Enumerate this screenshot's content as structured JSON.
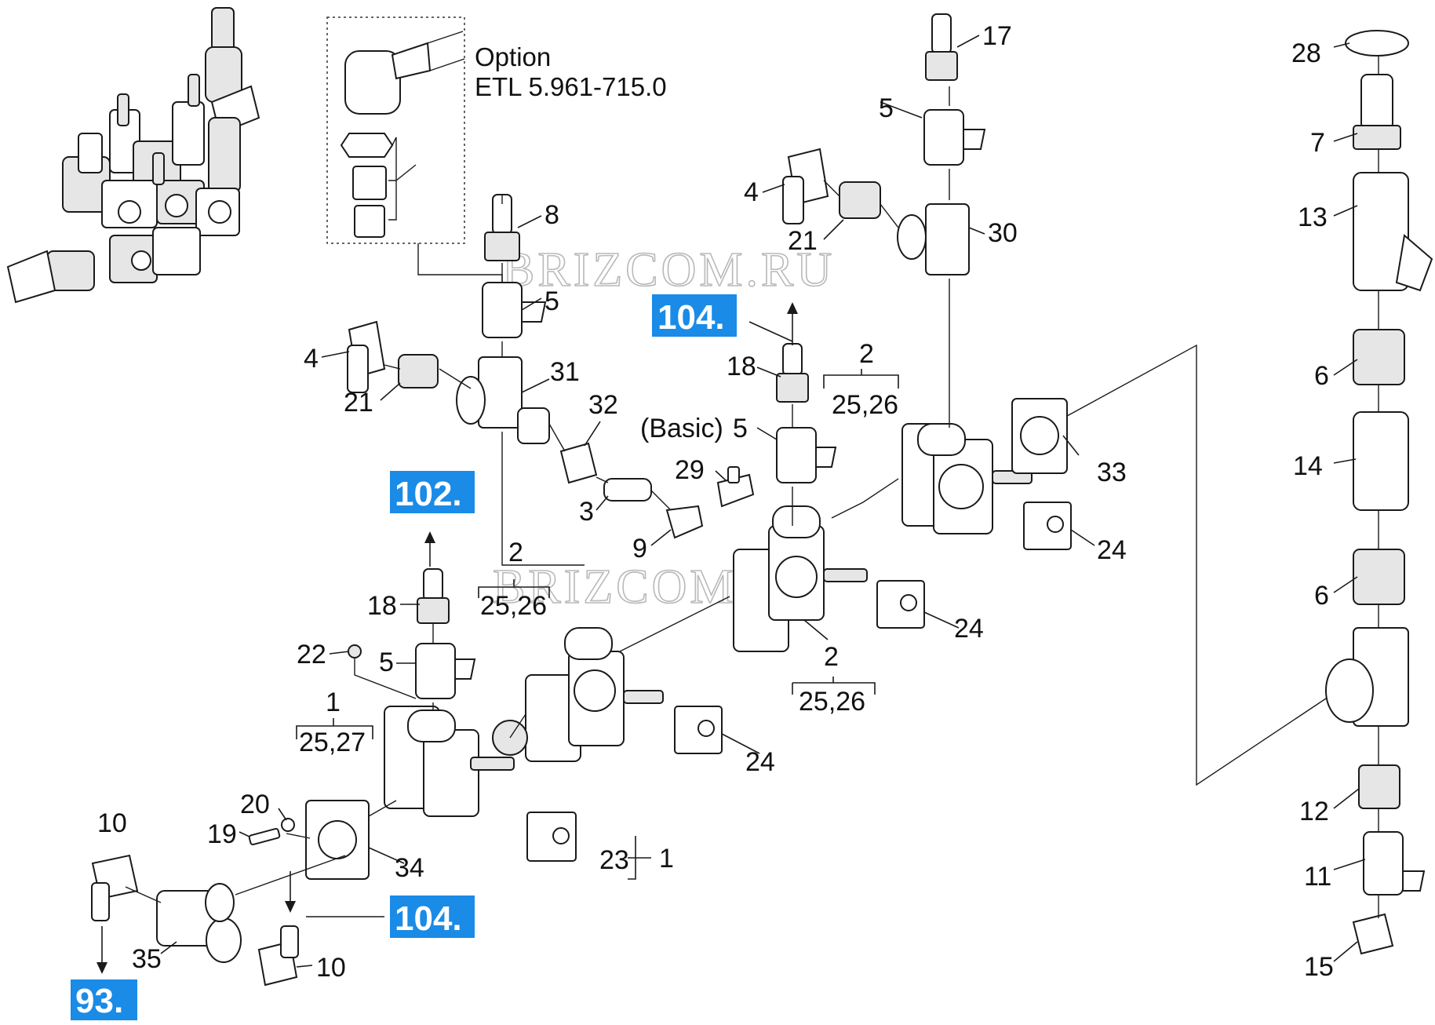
{
  "watermarks": [
    "BRIZCOM.RU",
    "BRIZCOM.RU"
  ],
  "option_note": {
    "line1": "Option",
    "line2": "ETL 5.961-715.0"
  },
  "references": [
    {
      "id": "ref-102",
      "text": "102."
    },
    {
      "id": "ref-104-top",
      "text": "104."
    },
    {
      "id": "ref-104-bottom",
      "text": "104."
    },
    {
      "id": "ref-93",
      "text": "93."
    }
  ],
  "labels": {
    "basic": "(Basic)",
    "l17": "17",
    "l5a": "5",
    "l4a": "4",
    "l21a": "21",
    "l30": "30",
    "l8": "8",
    "l5b": "5",
    "l4b": "4",
    "l21b": "21",
    "l31": "31",
    "l32": "32",
    "l3": "3",
    "l9": "9",
    "l29": "29",
    "l18a": "18",
    "l5c": "5",
    "l2a": "2",
    "l2526a": "25,26",
    "l33": "33",
    "l24a": "24",
    "l18b": "18",
    "l5d": "5",
    "l22": "22",
    "l2b": "2",
    "l2526b": "25,26",
    "l24b": "24",
    "l2c": "2",
    "l2526c": "25,26",
    "l1a": "1",
    "l2527": "25,27",
    "l24c": "24",
    "l20": "20",
    "l19": "19",
    "l34": "34",
    "l23": "23",
    "l1b": "1",
    "l10a": "10",
    "l35": "35",
    "l10b": "10",
    "l28": "28",
    "l7": "7",
    "l13": "13",
    "l6a": "6",
    "l14": "14",
    "l6b": "6",
    "l12": "12",
    "l11": "11",
    "l15": "15"
  }
}
